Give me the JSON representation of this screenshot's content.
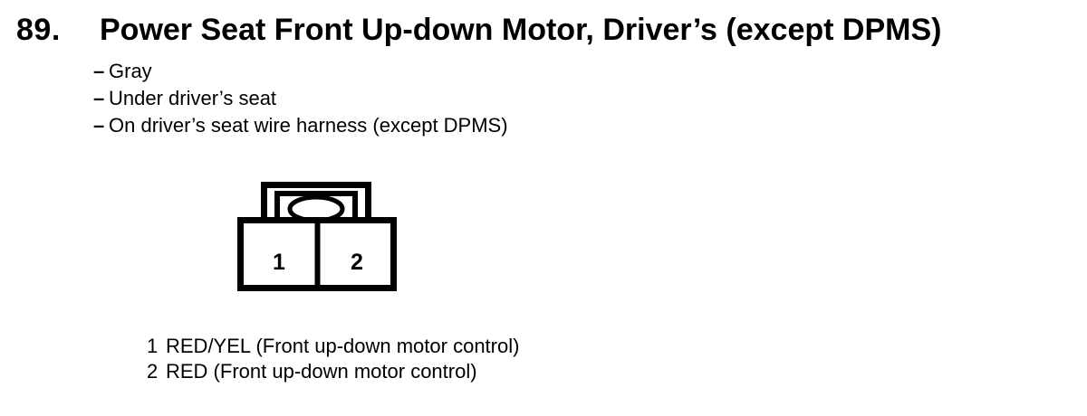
{
  "section": {
    "number": "89.",
    "title": "Power Seat Front Up-down Motor, Driver’s (except DPMS)"
  },
  "details": {
    "dash": "–",
    "items": [
      "Gray",
      "Under driver’s seat",
      "On driver’s seat wire harness (except DPMS)"
    ]
  },
  "connector": {
    "description": "2-cavity connector, front view, locking tab on top",
    "outline_color": "#000000",
    "fill_color": "#ffffff",
    "cavity_labels": [
      "1",
      "2"
    ]
  },
  "pins": [
    {
      "number": "1",
      "desc": "RED/YEL (Front up-down motor control)"
    },
    {
      "number": "2",
      "desc": "RED (Front up-down motor control)"
    }
  ]
}
